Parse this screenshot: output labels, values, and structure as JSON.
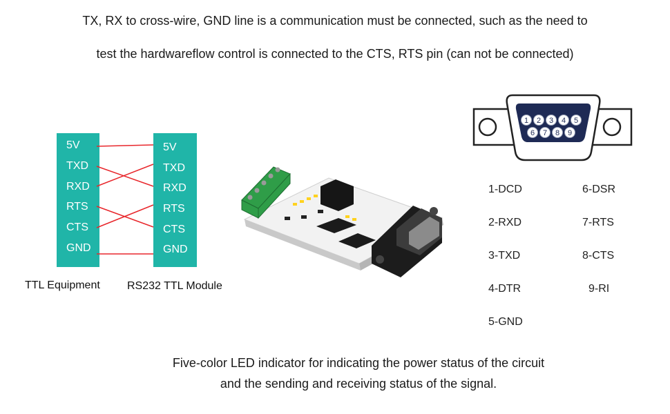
{
  "header": {
    "line1": "TX, RX to cross-wire, GND line is a communication must be connected, such as the need to",
    "line2": "test the hardwareflow control is connected to the CTS, RTS pin (can not be connected)"
  },
  "wiring": {
    "left_device": "TTL Equipment",
    "right_device": "RS232 TTL Module",
    "left_pins": [
      "5V",
      "TXD",
      "RXD",
      "RTS",
      "CTS",
      "GND"
    ],
    "right_pins": [
      "5V",
      "TXD",
      "RXD",
      "RTS",
      "CTS",
      "GND"
    ],
    "wire_color": "#e8262b",
    "panel_color": "#20b5a8"
  },
  "connector": {
    "top_numbers": [
      "1",
      "2",
      "3",
      "4",
      "5"
    ],
    "bottom_numbers": [
      "6",
      "7",
      "8",
      "9"
    ]
  },
  "pin_map": {
    "left_col": [
      "1-DCD",
      "2-RXD",
      "3-TXD",
      "4-DTR",
      "5-GND"
    ],
    "right_col": [
      "6-DSR",
      "7-RTS",
      "8-CTS",
      "9-RI"
    ]
  },
  "footer": {
    "line1": "Five-color LED indicator for indicating the power status of the circuit",
    "line2": "and the sending and receiving status of the signal."
  }
}
